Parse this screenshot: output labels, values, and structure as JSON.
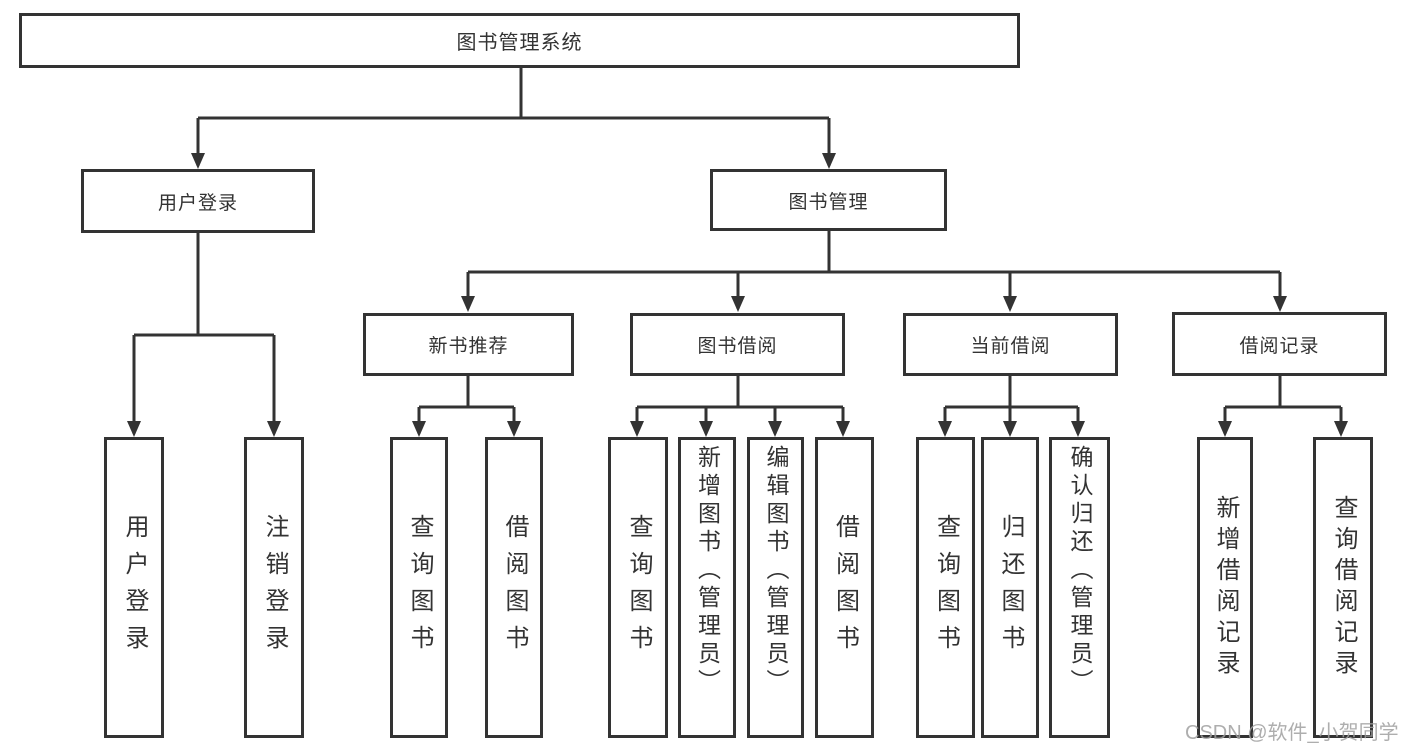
{
  "tree": {
    "root": {
      "label": "图书管理系统"
    },
    "children": [
      {
        "label": "用户登录",
        "children": [
          {
            "label": "用户登录"
          },
          {
            "label": "注销登录"
          }
        ]
      },
      {
        "label": "图书管理",
        "children": [
          {
            "label": "新书推荐",
            "children": [
              {
                "label": "查询图书"
              },
              {
                "label": "借阅图书"
              }
            ]
          },
          {
            "label": "图书借阅",
            "children": [
              {
                "label": "查询图书"
              },
              {
                "label": "新增图书（管理员）"
              },
              {
                "label": "编辑图书（管理员）"
              },
              {
                "label": "借阅图书"
              }
            ]
          },
          {
            "label": "当前借阅",
            "children": [
              {
                "label": "查询图书"
              },
              {
                "label": "归还图书"
              },
              {
                "label": "确认归还（管理员）"
              }
            ]
          },
          {
            "label": "借阅记录",
            "children": [
              {
                "label": "新增借阅记录"
              },
              {
                "label": "查询借阅记录"
              }
            ]
          }
        ]
      }
    ]
  },
  "watermark": {
    "text": "CSDN @软件_小贺同学"
  },
  "colors": {
    "line": "#333333",
    "text": "#333333",
    "background": "#ffffff",
    "watermark": "#a0a0a0"
  }
}
